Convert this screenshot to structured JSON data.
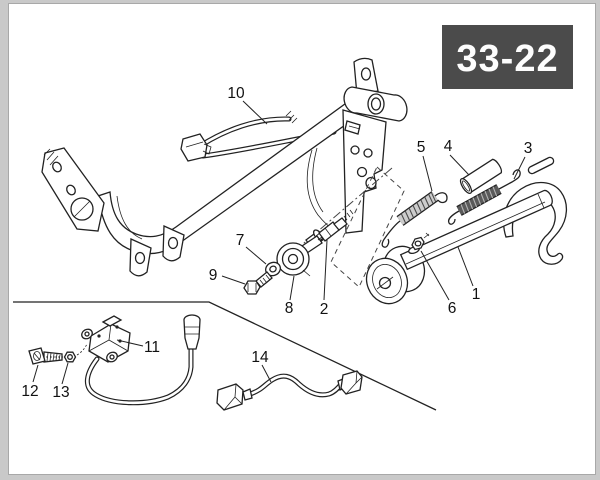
{
  "badge": {
    "text": "33-22"
  },
  "part_labels": [
    "1",
    "2",
    "3",
    "4",
    "5",
    "6",
    "7",
    "8",
    "9",
    "10",
    "11",
    "12",
    "13",
    "14"
  ],
  "colors": {
    "badge_bg": "#4b4b4b",
    "badge_text": "#fdfdfd",
    "line": "#222222",
    "page_border": "#c9c9c9",
    "spring_dark": "#5a5a5a",
    "spring_light": "#cccccc"
  }
}
